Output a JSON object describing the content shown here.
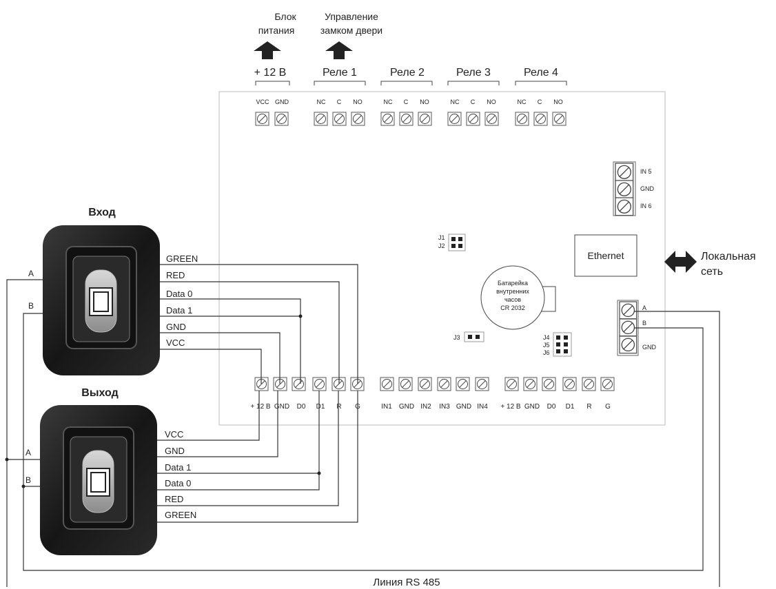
{
  "top_labels": {
    "power_supply_line1": "Блок",
    "power_supply_line2": "питания",
    "door_lock_line1": "Управление",
    "door_lock_line2": "замком двери"
  },
  "top_groups": {
    "power": "+ 12 В",
    "relay1": "Реле 1",
    "relay2": "Реле 2",
    "relay3": "Реле 3",
    "relay4": "Реле 4"
  },
  "top_terminals": {
    "power": [
      "VCC",
      "GND"
    ],
    "relay": [
      "NC",
      "C",
      "NO"
    ]
  },
  "right_terminals": {
    "inputs": [
      "IN 5",
      "GND",
      "IN 6"
    ],
    "rs485": [
      "A",
      "B",
      "GND"
    ]
  },
  "jumpers": {
    "j1": "J1",
    "j2": "J2",
    "j3": "J3",
    "j4": "J4",
    "j5": "J5",
    "j6": "J6"
  },
  "battery": {
    "line1": "Батарейка",
    "line2": "внутренних",
    "line3": "часов",
    "line4": "CR 2032"
  },
  "ethernet": {
    "box": "Ethernet",
    "network_line1": "Локальная",
    "network_line2": "сеть"
  },
  "readers": {
    "entry_title": "Вход",
    "exit_title": "Выход",
    "entry_wires": [
      "GREEN",
      "RED",
      "Data 0",
      "Data 1",
      "GND",
      "VCC"
    ],
    "exit_wires": [
      "VCC",
      "GND",
      "Data 1",
      "Data 0",
      "RED",
      "GREEN"
    ],
    "bus_a": "A",
    "bus_b": "B"
  },
  "bottom_terminals": {
    "reader1": [
      "+ 12 В",
      "GND",
      "D0",
      "D1",
      "R",
      "G"
    ],
    "inputs": [
      "IN1",
      "GND",
      "IN2",
      "IN3",
      "GND",
      "IN4"
    ],
    "reader2": [
      "+ 12 В",
      "GND",
      "D0",
      "D1",
      "R",
      "G"
    ]
  },
  "rs485_line": "Линия RS 485",
  "colors": {
    "wire": "#333333",
    "board_border": "#bbbbbb",
    "reader_body": "#1e1e1e",
    "arrow": "#222222"
  }
}
